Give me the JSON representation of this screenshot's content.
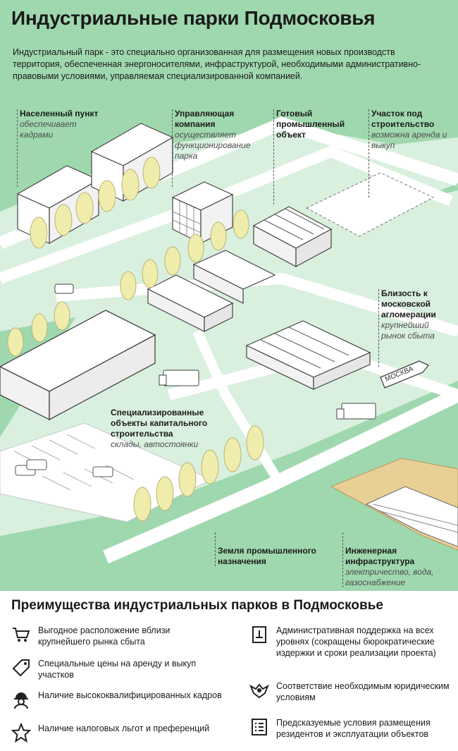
{
  "title": "Индустриальные парки Подмосковья",
  "intro": "Индустриальный парк - это специально организованная для размещения новых производств территория, обеспеченная энергоносителями, инфраструктурой, необходимыми административно-правовыми условиями, управляемая специализированной компанией.",
  "colors": {
    "background": "#9fd8ae",
    "land": "#d9f0de",
    "road": "#ffffff",
    "tree": "#f0ecab",
    "sand": "#e8cf96"
  },
  "labels": {
    "settlement": {
      "heading": "Населенный пункт",
      "sub": "обеспечивает кадрами"
    },
    "management": {
      "heading": "Управляющая компания",
      "sub": "осуществляет функционирование парка"
    },
    "ready_object": {
      "heading": "Готовый промышленный объект",
      "sub": ""
    },
    "plot": {
      "heading": "Участок под строительство",
      "sub": "возможна аренда и выкуп"
    },
    "moscow": {
      "heading": "Близость к московской агломерации",
      "sub": "крупнейший рынок сбыта"
    },
    "capital": {
      "heading": "Специализированные объекты капитального строительства",
      "sub": "склады, автостоянки"
    },
    "land": {
      "heading": "Земля промышленного назначения",
      "sub": ""
    },
    "infra": {
      "heading": "Инженерная инфраструктура",
      "sub": "электричество, вода, газоснабжение"
    }
  },
  "road_sign": "МОСКВА",
  "advantages": {
    "title": "Преимущества индустриальных парков в Подмосковье",
    "left": [
      {
        "icon": "shopping-cart-icon",
        "text": "Выгодное расположение вблизи крупнейшего рынка сбыта"
      },
      {
        "icon": "price-tag-icon",
        "text": "Специальные цены на аренду и выкуп участков"
      },
      {
        "icon": "worker-helmet-icon",
        "text": "Наличие высококвалифицированных кадров"
      },
      {
        "icon": "star-icon",
        "text": "Наличие налоговых льгот и преференций"
      }
    ],
    "right": [
      {
        "icon": "building-emblem-icon",
        "text": "Административная поддержка на всех уровнях (сокращены бюрократические издержки и сроки реализации проекта)"
      },
      {
        "icon": "eagle-emblem-icon",
        "text": "Соответствие необходимым юридическим условиям"
      },
      {
        "icon": "checklist-icon",
        "text": "Предсказуемые условия размещения резидентов и эксплуатации объектов"
      }
    ]
  }
}
